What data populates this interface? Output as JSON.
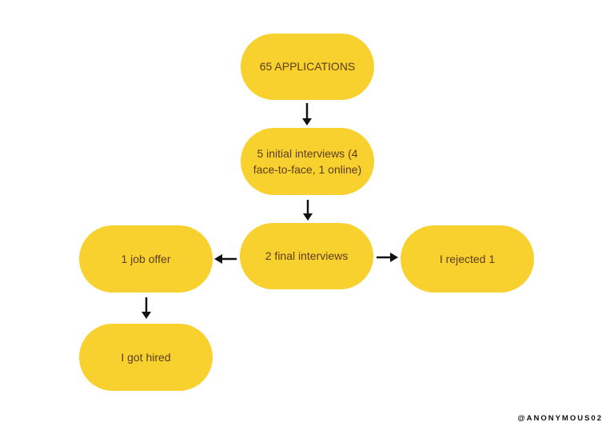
{
  "nodes": {
    "applications": "65 APPLICATIONS",
    "initial_interviews": "5 initial interviews (4 face-to-face, 1 online)",
    "final_interviews": "2 final interviews",
    "job_offer": "1 job offer",
    "rejected": "I rejected 1",
    "hired": "I got hired"
  },
  "credit": "@ANONYMOUS02",
  "colors": {
    "node_fill": "#f9d12f",
    "node_text": "#5a3d1a",
    "arrow": "#111111",
    "background": "#ffffff"
  }
}
